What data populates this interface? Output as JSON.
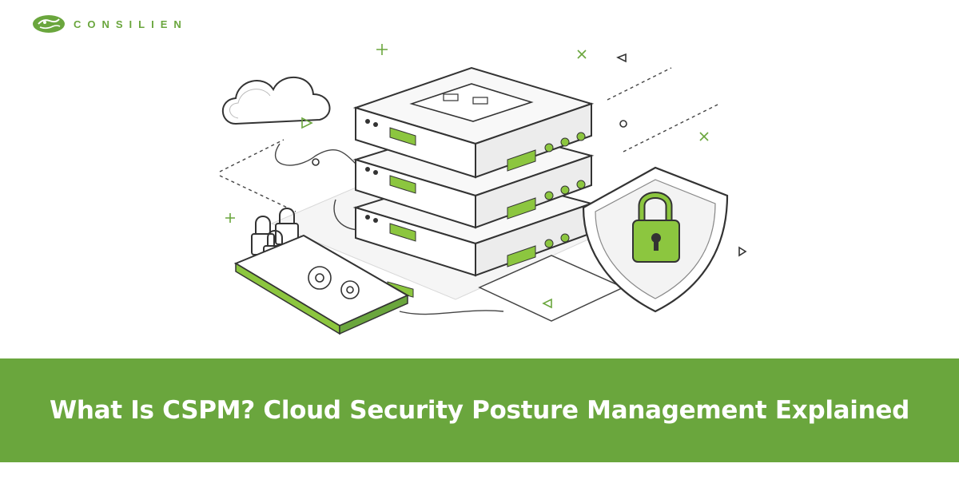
{
  "brand": {
    "name": "CONSILIEN",
    "logo_icon": "globe-leaf-icon"
  },
  "hero": {
    "illustration": "isometric-server-security",
    "icons": [
      "cloud-icon",
      "server-stack-icon",
      "shield-lock-icon",
      "padlock-icon",
      "smartphone-icon",
      "gear-icon"
    ]
  },
  "banner": {
    "title": "What Is CSPM? Cloud Security Posture Management Explained"
  },
  "colors": {
    "accent": "#6aa63d",
    "accent_light": "#8cc63f",
    "line": "#3a3a3a",
    "panel": "#f4f4f4",
    "background": "#ffffff"
  }
}
